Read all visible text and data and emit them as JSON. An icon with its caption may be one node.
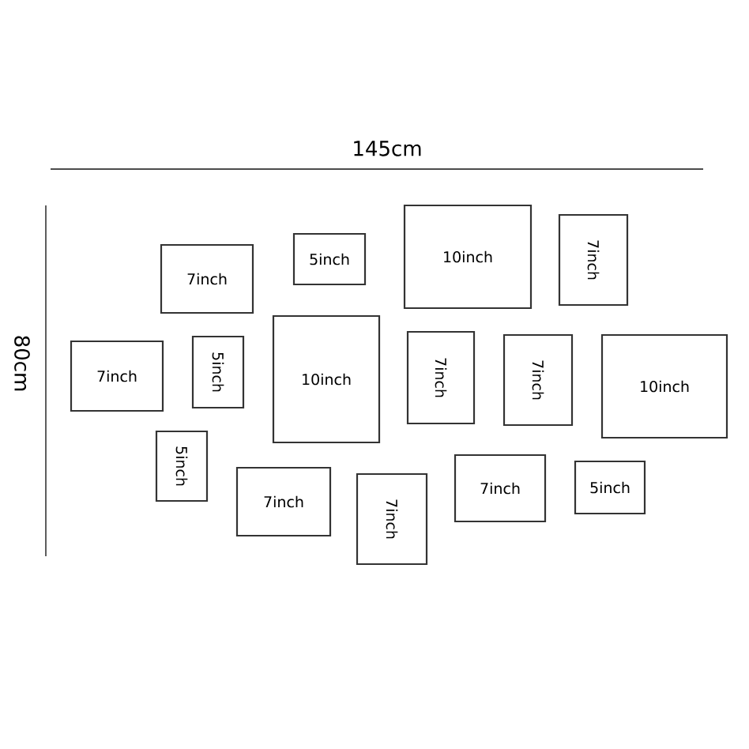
{
  "diagram": {
    "nodes": [
      {
        "text": [
          "7inch"
        ]
      },
      {
        "text": [
          "5inch"
        ]
      },
      {
        "text": [
          "10inch"
        ]
      },
      {
        "text": [
          "7inch"
        ]
      },
      {
        "text": [
          "7inch"
        ]
      },
      {
        "text": [
          "5inch"
        ]
      },
      {
        "text": [
          "10inch"
        ]
      },
      {
        "text": [
          "7inch"
        ]
      },
      {
        "text": [
          "7inch"
        ]
      },
      {
        "text": [
          "10inch"
        ]
      },
      {
        "text": [
          "5inch"
        ]
      },
      {
        "text": [
          "7inch"
        ]
      },
      {
        "text": [
          "7inch"
        ]
      },
      {
        "text": [
          "7inch"
        ]
      },
      {
        "text": [
          "5inch"
        ]
      }
    ],
    "labels": [
      "145cm",
      "80cm"
    ]
  }
}
